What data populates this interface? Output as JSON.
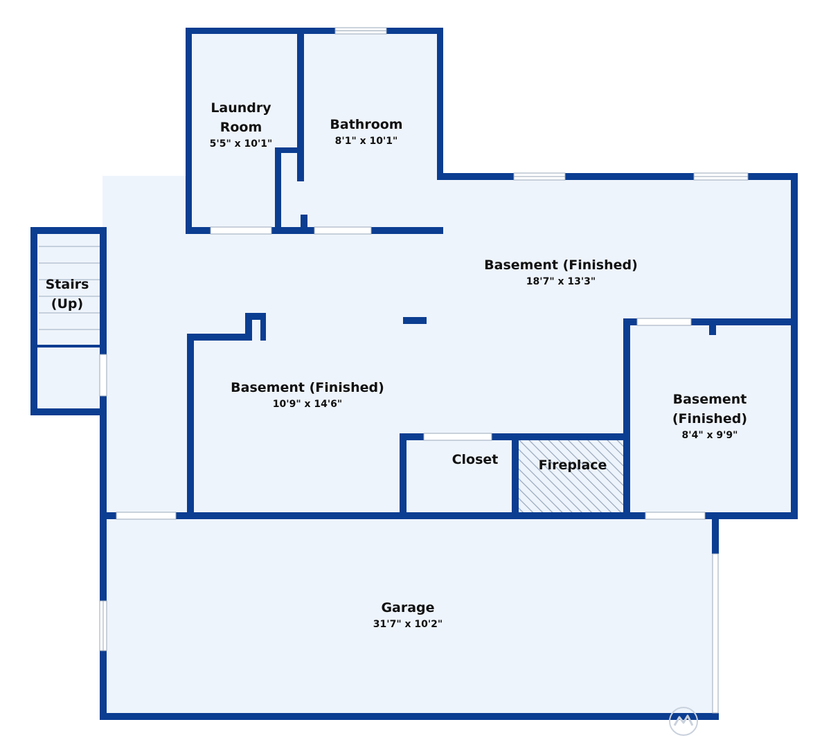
{
  "colors": {
    "wall": "#0b3d91",
    "floor": "#eef4fb",
    "fireplace_hatch": "#9aa9bd"
  },
  "rooms": [
    {
      "name": "Laundry Room",
      "dims": "5'5\" x 10'1\""
    },
    {
      "name": "Bathroom",
      "dims": "8'1\" x 10'1\""
    },
    {
      "name": "Basement (Finished)",
      "dims": "18'7\" x 13'3\""
    },
    {
      "name": "Stairs (Up)",
      "dims": ""
    },
    {
      "name": "Basement (Finished)",
      "dims": "10'9\" x 14'6\""
    },
    {
      "name": "Basement (Finished)",
      "dims": "8'4\" x 9'9\""
    },
    {
      "name": "Closet",
      "dims": ""
    },
    {
      "name": "Fireplace",
      "dims": ""
    },
    {
      "name": "Garage",
      "dims": "31'7\" x 10'2\""
    }
  ],
  "watermark_icon": "mls-logo-icon"
}
